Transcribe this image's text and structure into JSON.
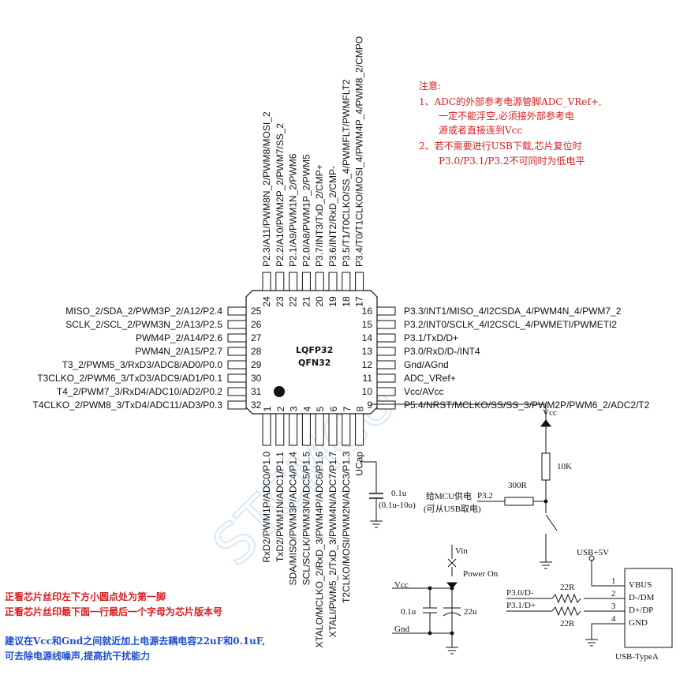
{
  "chip": {
    "package1": "LQFP32",
    "package2": "QFN32"
  },
  "left_pins": [
    {
      "num": "25",
      "label": "MISO_2/SDA_2/PWM3P_2/A12/P2.4"
    },
    {
      "num": "26",
      "label": "SCLK_2/SCL_2/PWM3N_2/A13/P2.5"
    },
    {
      "num": "27",
      "label": "PWM4P_2/A14/P2.6"
    },
    {
      "num": "28",
      "label": "PWM4N_2/A15/P2.7"
    },
    {
      "num": "29",
      "label": "T3_2/PWM5_3/RxD3/ADC8/AD0/P0.0"
    },
    {
      "num": "30",
      "label": "T3CLKO_2/PWM6_3/TxD3/ADC9/AD1/P0.1"
    },
    {
      "num": "31",
      "label": "T4_2/PWM7_3/RxD4/ADC10/AD2/P0.2"
    },
    {
      "num": "32",
      "label": "T4CLKO_2/PWM8_3/TxD4/ADC11/AD3/P0.3"
    }
  ],
  "right_pins": [
    {
      "num": "16",
      "label": "P3.3/INT1/MISO_4/I2CSDA_4/PWM4N_4/PWM7_2"
    },
    {
      "num": "15",
      "label": "P3.2/INT0/SCLK_4/I2CSCL_4/PWMETI/PWMETI2"
    },
    {
      "num": "14",
      "label": "P3.1/TxD/D+"
    },
    {
      "num": "13",
      "label": "P3.0/RxD/D-/INT4"
    },
    {
      "num": "12",
      "label": "Gnd/AGnd"
    },
    {
      "num": "11",
      "label": "ADC_VRef+"
    },
    {
      "num": "10",
      "label": "Vcc/AVcc"
    },
    {
      "num": "9",
      "label": "P5.4/NRST/MCLKO/SS/SS_3/PWM2P/PWM6_2/ADC2/T2"
    }
  ],
  "top_pins": [
    {
      "num": "24",
      "label": "P2.3/A11/PWM8N_2/PWM8/MOSI_2"
    },
    {
      "num": "23",
      "label": "P2.2/A10/PWM2P_2/PWM7/SS_2"
    },
    {
      "num": "22",
      "label": "P2.1/A9/PWM1N_2/PWM6"
    },
    {
      "num": "21",
      "label": "P2.0/A8/PWM1P_2/PWM5"
    },
    {
      "num": "20",
      "label": "P3.7/INT3/TxD_2/CMP+"
    },
    {
      "num": "19",
      "label": "P3.6/INT2/RxD_2/CMP-"
    },
    {
      "num": "18",
      "label": "P3.5/T1/T0CLKO/SS_4/PWMFLT/PWMFLT2"
    },
    {
      "num": "17",
      "label": "P3.4/T0/T1CLKO/MOSI_4/PWM4P_4/PWM8_2/CMPO"
    }
  ],
  "bottom_pins": [
    {
      "num": "1",
      "label": "RxD2/PWM1P/ADC0/P1.0"
    },
    {
      "num": "2",
      "label": "TxD2/PWM1N/ADC1/P1.1"
    },
    {
      "num": "3",
      "label": "SDA/MISO/PWM3P/ADC4/P1.4"
    },
    {
      "num": "4",
      "label": "SCL/SCLK/PWM3N/ADC5/P1.5"
    },
    {
      "num": "5",
      "label": "XTALO/MCLKO_2/RxD_3/PWM4P/ADC6/P1.6"
    },
    {
      "num": "6",
      "label": "XTALI/PWM5_2/TxD_3/PWM4N/ADC7/P1.7"
    },
    {
      "num": "7",
      "label": "T2CLKO/MOSI/PWM2N/ADC3/P1.3"
    },
    {
      "num": "8",
      "label": "UCap"
    }
  ],
  "notes": {
    "title": "注意:",
    "line1": "1、ADC的外部参考电源管脚ADC_VRef+,",
    "line2": "一定不能浮空,必须接外部参考电",
    "line3": "源或者直接连到Vcc",
    "line4": "2、若不需要进行USB下载,芯片复位时",
    "line5": "P3.0/P3.1/P3.2不可同时为低电平"
  },
  "bottom_notes": {
    "red1": "正看芯片丝印左下方小圆点处为第一脚",
    "red2": "正看芯片丝印最下面一行最后一个字母为芯片版本号",
    "blue1": "建议在Vcc和Gnd之间就近加上电源去耦电容22uF和0.1uF,",
    "blue2": "可去除电源线噪声,提高抗干扰能力"
  },
  "circuit": {
    "ucap_val": "0.1u",
    "ucap_range": "(0.1u-10u)",
    "vcc_top": "Vcc",
    "r10k": "10K",
    "r300": "300R",
    "mcu_power1": "给MCU供电",
    "mcu_power2": "(可从USB取电)",
    "p32": "P3.2",
    "vin": "Vin",
    "power_on": "Power On",
    "vcc_left": "Vcc",
    "gnd_left": "Gnd",
    "c01": "0.1u",
    "c22": "22u",
    "usb5v": "USB+5V",
    "r22a": "22R",
    "r22b": "22R",
    "p30": "P3.0/D-",
    "p31": "P3.1/D+",
    "usb_pins": [
      {
        "num": "1",
        "label": "VBUS"
      },
      {
        "num": "2",
        "label": "D-/DM"
      },
      {
        "num": "3",
        "label": "D+/DP"
      },
      {
        "num": "4",
        "label": "GND"
      }
    ],
    "usb_name": "USB-TypeA"
  },
  "colors": {
    "note_red": "#d62020",
    "note_blue": "#1f4fd0",
    "line": "#111111"
  }
}
